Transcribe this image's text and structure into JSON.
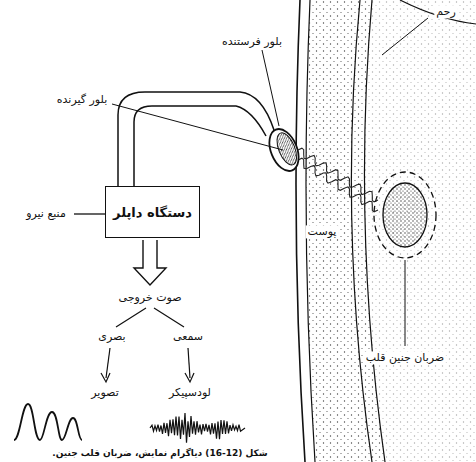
{
  "diagram": {
    "caption": "شکل (12-16) دیاگرام نمایش، ضربان قلب جنین.",
    "nodes": [
      {
        "text": [
          "دستگاه داپلر"
        ]
      }
    ],
    "labels": [
      "رحم",
      "بلور فرستنده",
      "بلور گیرنده",
      "منبع نیرو",
      "پوست",
      "ضربان جنین قلب",
      "صوت خروجی",
      "بصری",
      "سمعی",
      "تصویر",
      "لودسپیکر"
    ]
  }
}
